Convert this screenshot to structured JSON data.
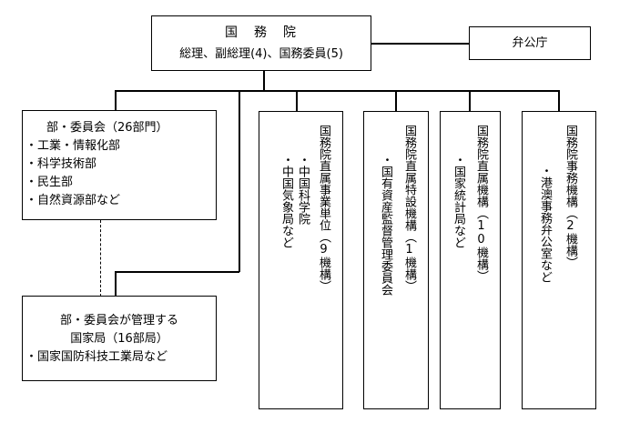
{
  "root": {
    "title": "国　務　院",
    "subtitle": "総理、副総理(4)、国務委員(5)"
  },
  "side": {
    "label": "弁公庁"
  },
  "ministries": {
    "title": "部・委員会（26部門）",
    "items": [
      "・工業・情報化部",
      "・科学技術部",
      "・民生部",
      "・自然資源部など"
    ]
  },
  "bureaus": {
    "line1": "部・委員会が管理する",
    "line2": "国家局（16部局）",
    "line3": "・国家国防科技工業局など"
  },
  "columns": [
    {
      "heading": "国務院直属事業単位（9機構）",
      "items": [
        "・中国科学院",
        "・中国気象局など"
      ]
    },
    {
      "heading": "国務院直属特設機構（1機構）",
      "items": [
        "・国有資産監督管理委員会"
      ]
    },
    {
      "heading": "国務院直属機構（10機構）",
      "items": [
        "・国家統計局など"
      ]
    },
    {
      "heading": "国務院事務機構（2機構）",
      "items": [
        "・港澳事務弁公室など"
      ]
    }
  ]
}
